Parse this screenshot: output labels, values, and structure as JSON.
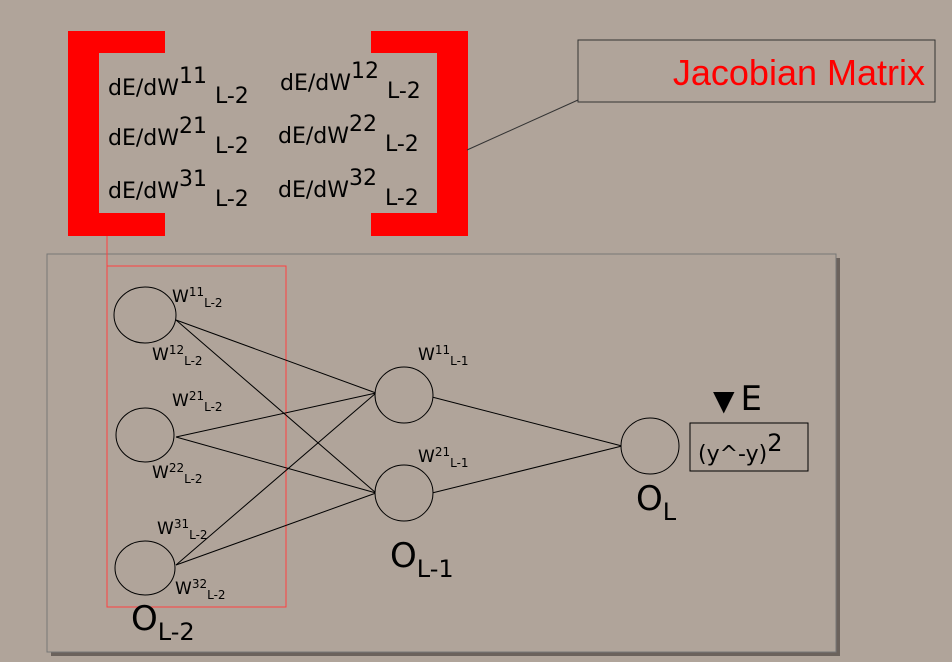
{
  "callout": {
    "label": "Jacobian Matrix",
    "color": "#ff0000"
  },
  "matrix": {
    "entries": [
      {
        "base": "dE/dW",
        "sup": "11",
        "sub": "L-2"
      },
      {
        "base": "dE/dW",
        "sup": "12",
        "sub": "L-2"
      },
      {
        "base": "dE/dW",
        "sup": "21",
        "sub": "L-2"
      },
      {
        "base": "dE/dW",
        "sup": "22",
        "sub": "L-2"
      },
      {
        "base": "dE/dW",
        "sup": "31",
        "sub": "L-2"
      },
      {
        "base": "dE/dW",
        "sup": "32",
        "sub": "L-2"
      }
    ]
  },
  "network": {
    "weights_l2": [
      {
        "base": "W",
        "sup": "11",
        "sub": "L-2"
      },
      {
        "base": "W",
        "sup": "12",
        "sub": "L-2"
      },
      {
        "base": "W",
        "sup": "21",
        "sub": "L-2"
      },
      {
        "base": "W",
        "sup": "22",
        "sub": "L-2"
      },
      {
        "base": "W",
        "sup": "31",
        "sub": "L-2"
      },
      {
        "base": "W",
        "sup": "32",
        "sub": "L-2"
      }
    ],
    "weights_l1": [
      {
        "base": "W",
        "sup": "11",
        "sub": "L-1"
      },
      {
        "base": "W",
        "sup": "21",
        "sub": "L-1"
      }
    ],
    "layer_labels": [
      {
        "base": "O",
        "sub": "L-2"
      },
      {
        "base": "O",
        "sub": "L-1"
      },
      {
        "base": "O",
        "sub": "L"
      }
    ],
    "gradient": {
      "symbol": "▼",
      "letter": "E"
    },
    "error_formula": {
      "base": "(y^-y)",
      "sup": "2"
    }
  }
}
